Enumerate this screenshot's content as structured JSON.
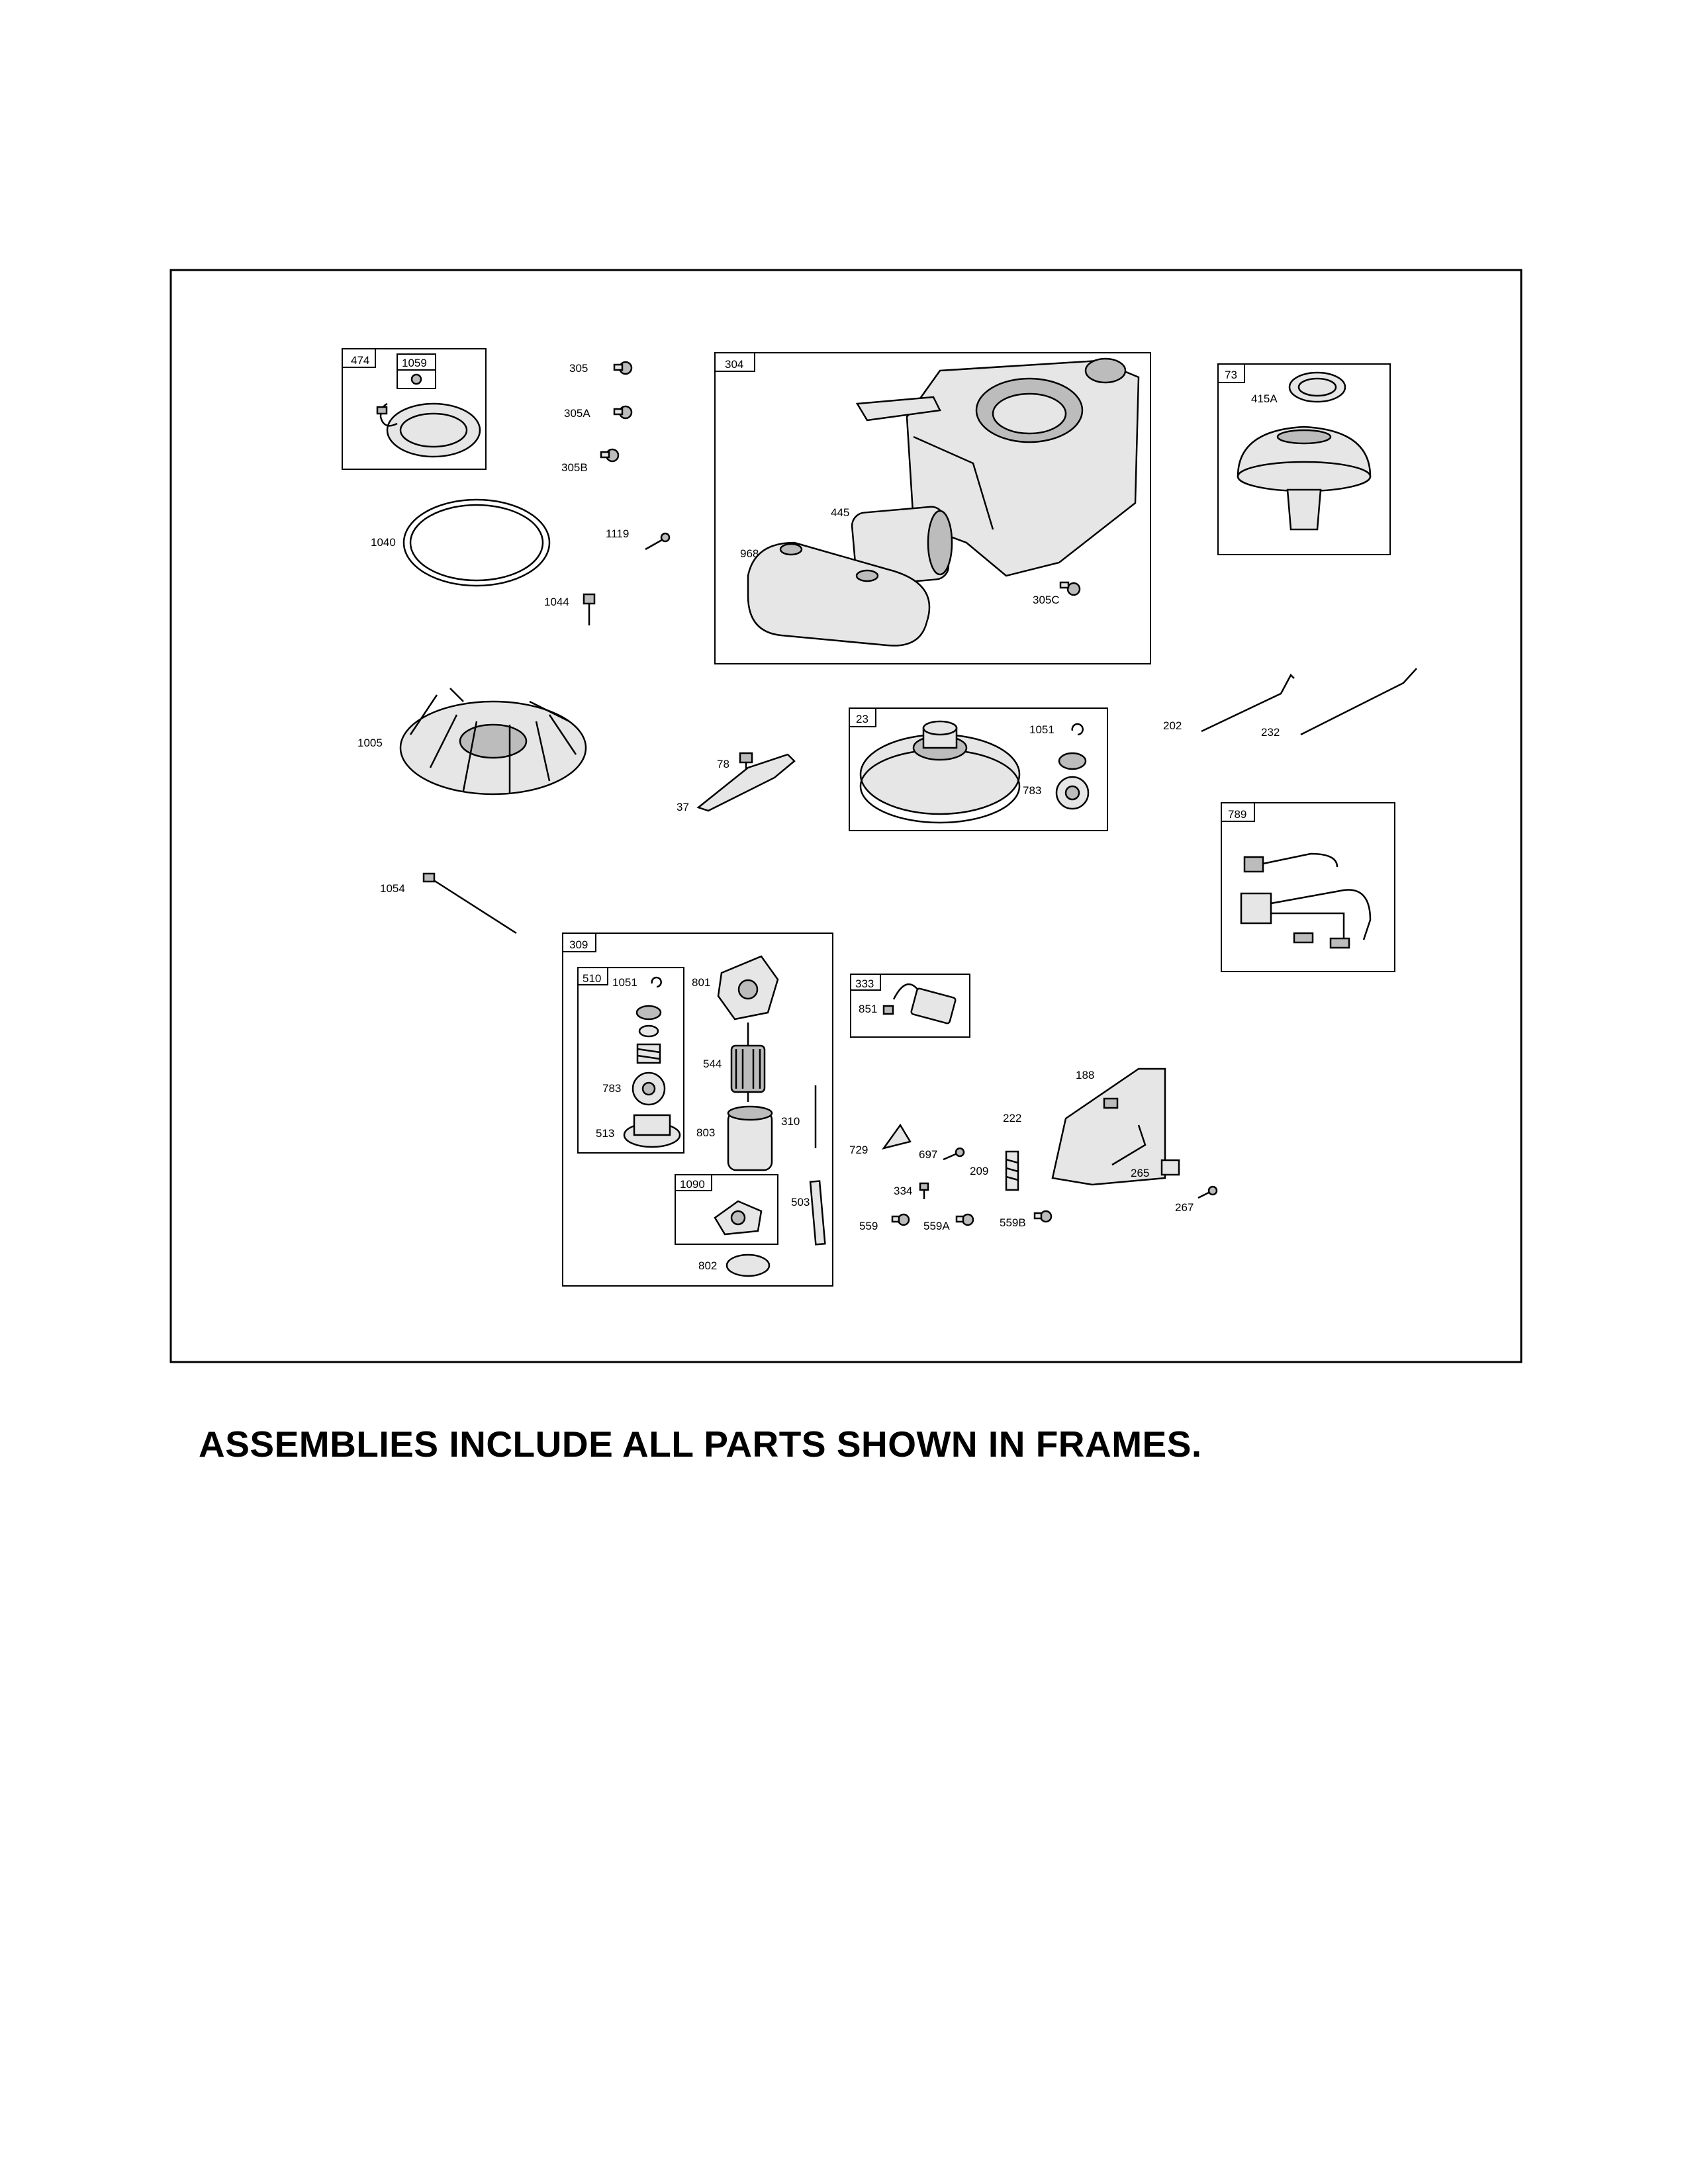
{
  "caption": "ASSEMBLIES INCLUDE ALL PARTS SHOWN IN FRAMES.",
  "frames": {
    "f474": "474",
    "f1059": "1059",
    "f304": "304",
    "f73": "73",
    "f23": "23",
    "f789": "789",
    "f309": "309",
    "f510": "510",
    "f1090": "1090",
    "f333": "333"
  },
  "labels": {
    "p305": "305",
    "p305A": "305A",
    "p305B": "305B",
    "p1040": "1040",
    "p1119": "1119",
    "p1044": "1044",
    "p445": "445",
    "p968": "968",
    "p305C": "305C",
    "p415A": "415A",
    "p1005": "1005",
    "p78": "78",
    "p37": "37",
    "p1051a": "1051",
    "p783a": "783",
    "p202": "202",
    "p232": "232",
    "p1054": "1054",
    "p1051b": "1051",
    "p801": "801",
    "p544": "544",
    "p783b": "783",
    "p513": "513",
    "p803": "803",
    "p310": "310",
    "p503": "503",
    "p802": "802",
    "p851": "851",
    "p188": "188",
    "p222": "222",
    "p729": "729",
    "p697": "697",
    "p209": "209",
    "p334": "334",
    "p265": "265",
    "p267": "267",
    "p559": "559",
    "p559A": "559A",
    "p559B": "559B"
  }
}
